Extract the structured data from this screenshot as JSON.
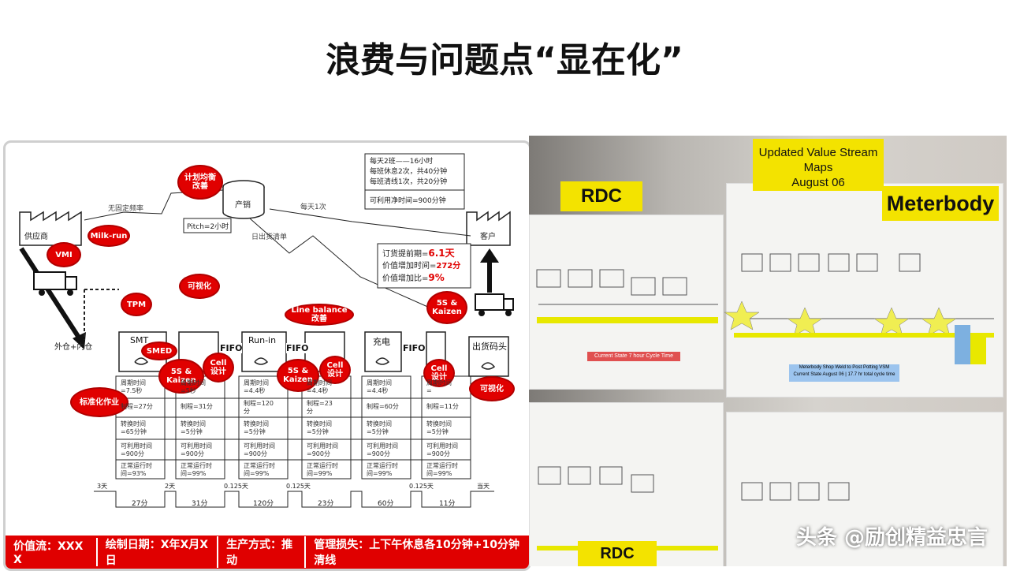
{
  "title": "浪费与问题点“显在化”",
  "vsm": {
    "info_box": [
      "每天2班——16小时",
      "每班休息2次，共40分钟",
      "每班清线1次，共20分钟",
      "可利用净时间=900分钟"
    ],
    "control": "产销",
    "pitch": "Pitch=2小时",
    "supplier": "供应商",
    "customer": "客户",
    "no_fixed_freq": "无固定频率",
    "daily_once": "每天1次",
    "daily_list": "日出货清单",
    "outside_warehouse": "外仓+内仓",
    "lead": {
      "l1_label": "订货提前期=",
      "l1_value": "6.1天",
      "l2_label": "价值增加时间=",
      "l2_value": "272分",
      "l3_label": "价值增加比=",
      "l3_value": "9%"
    },
    "processes": [
      "SMT",
      "Run-in",
      "充电",
      "出货码头"
    ],
    "fifo": [
      "FIFO",
      "FIFO",
      "FIFO"
    ],
    "kaizen": {
      "plan": "计划均衡\n改善",
      "milkrun": "Milk-run",
      "vmi": "VMI",
      "visual1": "可视化",
      "tpm": "TPM",
      "smed": "SMED",
      "ss1": "5S &\nKaizen",
      "cell1": "Cell\n设计",
      "std": "标准化作业",
      "linebal": "Line balance 改善",
      "ss2": "5S &\nKaizen",
      "cell2": "Cell\n设计",
      "ss3": "5S &\nKaizen",
      "cell3": "Cell\n设计",
      "visual2": "可视化"
    },
    "columns": [
      {
        "ct": "周期时间\n=7.5秒",
        "mt": "制程=27分",
        "co": "转换时间\n=65分钟",
        "ut": "可利用时间\n=900分",
        "up": "正常运行时\n间=93%"
      },
      {
        "ct": "周期时间\n=5秒",
        "mt": "制程=31分",
        "co": "转换时间\n=5分钟",
        "ut": "可利用时间\n=900分",
        "up": "正常运行时\n间=99%"
      },
      {
        "ct": "周期时间\n=4.4秒",
        "mt": "制程=120\n分",
        "co": "转换时间\n=5分钟",
        "ut": "可利用时间\n=900分",
        "up": "正常运行时\n间=99%"
      },
      {
        "ct": "周期时间\n=4.4秒",
        "mt": "制程=23\n分",
        "co": "转换时间\n=5分钟",
        "ut": "可利用时间\n=900分",
        "up": "正常运行时\n间=99%"
      },
      {
        "ct": "周期时间\n=4.4秒",
        "mt": "制程=60分",
        "co": "转换时间\n=5分钟",
        "ut": "可利用时间\n=900分",
        "up": "正常运行时\n间=99%"
      },
      {
        "ct": "周期时间\n=",
        "mt": "制程=11分",
        "co": "转换时间\n=5分钟",
        "ut": "可利用时间\n=900分",
        "up": "正常运行时\n间=99%"
      }
    ],
    "timeline_wait": [
      "3天",
      "2天",
      "0.125天",
      "0.125天",
      "0.125天",
      "当天"
    ],
    "timeline_proc": [
      "27分",
      "31分",
      "120分",
      "23分",
      "60分",
      "11分"
    ],
    "footer": [
      "价值流：XXX X",
      "绘制日期：X年X月X日",
      "生产方式：推动",
      "管理损失：上下午休息各10分钟+10分钟清线"
    ]
  },
  "photo": {
    "sign_top": "Updated Value Stream Maps\nAugust 06",
    "sign_rdc": "RDC",
    "sign_meter": "Meterbody",
    "red_label": "Current State 7 hour Cycle Time",
    "blue_label": "Meterbody Shop Weld to Post Potting VSM\nCurrent State August 06  |  17.7 hr total cycle time",
    "rdc_bottom": "RDC",
    "watermark": "头条 @励创精益忠言"
  }
}
